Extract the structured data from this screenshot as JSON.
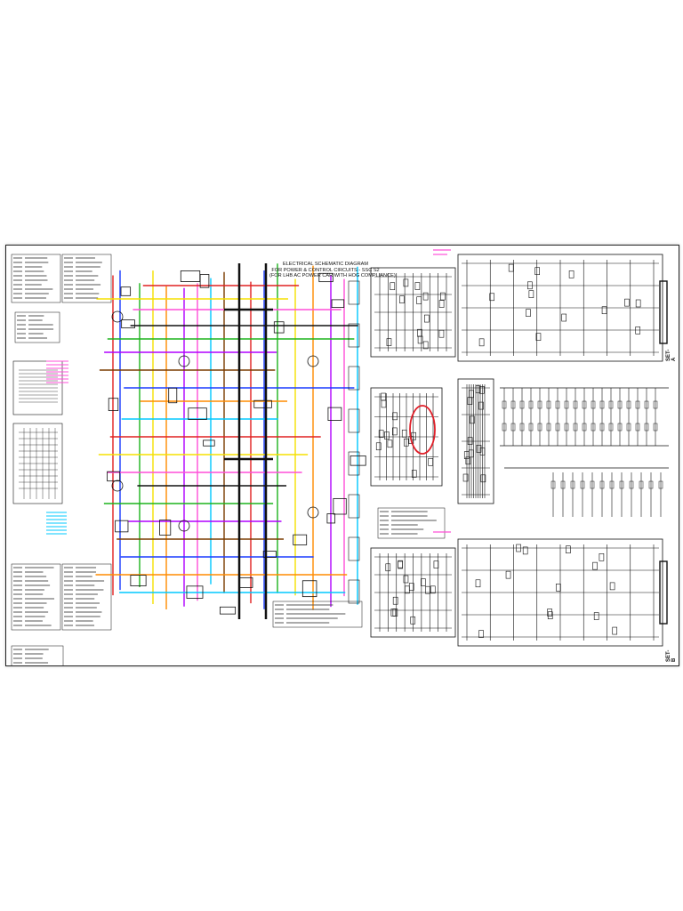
{
  "diagram": {
    "title_lines": [
      "ELECTRICAL SCHEMATIC DIAGRAM",
      "FOR POWER & CONTROL CIRCUITS - SSC S2",
      "(FOR LHB AC POWER CAR WITH HOG COMPLIANCE)"
    ],
    "set_labels": [
      "SET-A",
      "SET-B"
    ],
    "highlight_color": "#e0202a",
    "wire_colors": [
      "#e02020",
      "#1a3cff",
      "#1db31d",
      "#f5e000",
      "#ff8c00",
      "#b000ff",
      "#ff4fd8",
      "#00c8ff",
      "#7a3b00",
      "#111111"
    ]
  }
}
